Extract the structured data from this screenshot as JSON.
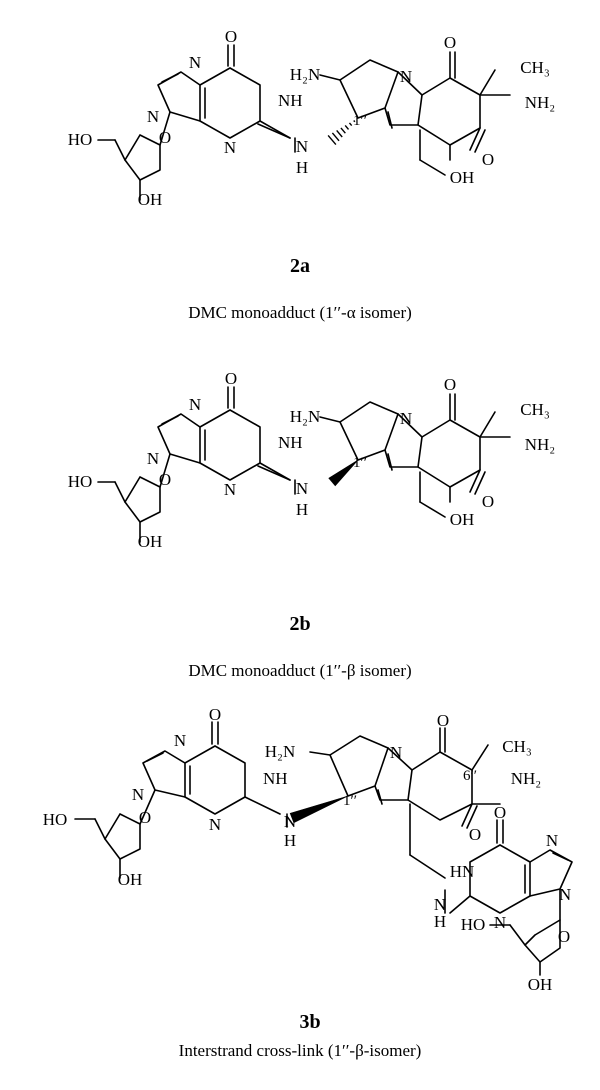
{
  "figures": [
    {
      "id": "2a",
      "caption": "DMC monoadduct (1′′-α isomer)",
      "stereo": "hashed",
      "labels": {
        "oxo": "O",
        "nh": "NH",
        "n7": "N",
        "n9": "N",
        "n3": "N",
        "nh_link": "N",
        "h_link": "H",
        "ho_sugar": "HO",
        "o_sugar": "O",
        "oh_sugar": "OH",
        "h2n": "H₂N",
        "n_ring": "N",
        "c1": "1′′",
        "o_top": "O",
        "ch3": "CH₃",
        "nh2": "NH₂",
        "o_bot": "O",
        "oh_ch2": "OH"
      }
    },
    {
      "id": "2b",
      "caption": "DMC monoadduct (1′′-β isomer)",
      "stereo": "wedge",
      "labels": {
        "oxo": "O",
        "nh": "NH",
        "n7": "N",
        "n9": "N",
        "n3": "N",
        "nh_link": "N",
        "h_link": "H",
        "ho_sugar": "HO",
        "o_sugar": "O",
        "oh_sugar": "OH",
        "h2n": "H₂N",
        "n_ring": "N",
        "c1": "1′′",
        "o_top": "O",
        "ch3": "CH₃",
        "nh2": "NH₂",
        "o_bot": "O",
        "oh_ch2": "OH"
      }
    },
    {
      "id": "3b",
      "caption": "Interstrand cross-link (1′′-β-isomer)",
      "stereo": "wedge",
      "labels": {
        "oxo": "O",
        "nh": "NH",
        "n7": "N",
        "n9": "N",
        "n3": "N",
        "nh_link": "N",
        "h_link": "H",
        "ho_sugar": "HO",
        "o_sugar": "O",
        "oh_sugar": "OH",
        "h2n": "H₂N",
        "n_ring": "N",
        "c1": "1′′",
        "c6": "6′′",
        "o_top": "O",
        "ch3": "CH₃",
        "nh2": "NH₂",
        "o_bot": "O",
        "g2_oxo": "O",
        "g2_hn": "HN",
        "g2_n7": "N",
        "g2_n9": "N",
        "g2_n3": "N",
        "g2_nh": "N",
        "g2_h": "H",
        "g2_ho": "HO",
        "g2_o": "O",
        "g2_oh": "OH"
      }
    }
  ]
}
